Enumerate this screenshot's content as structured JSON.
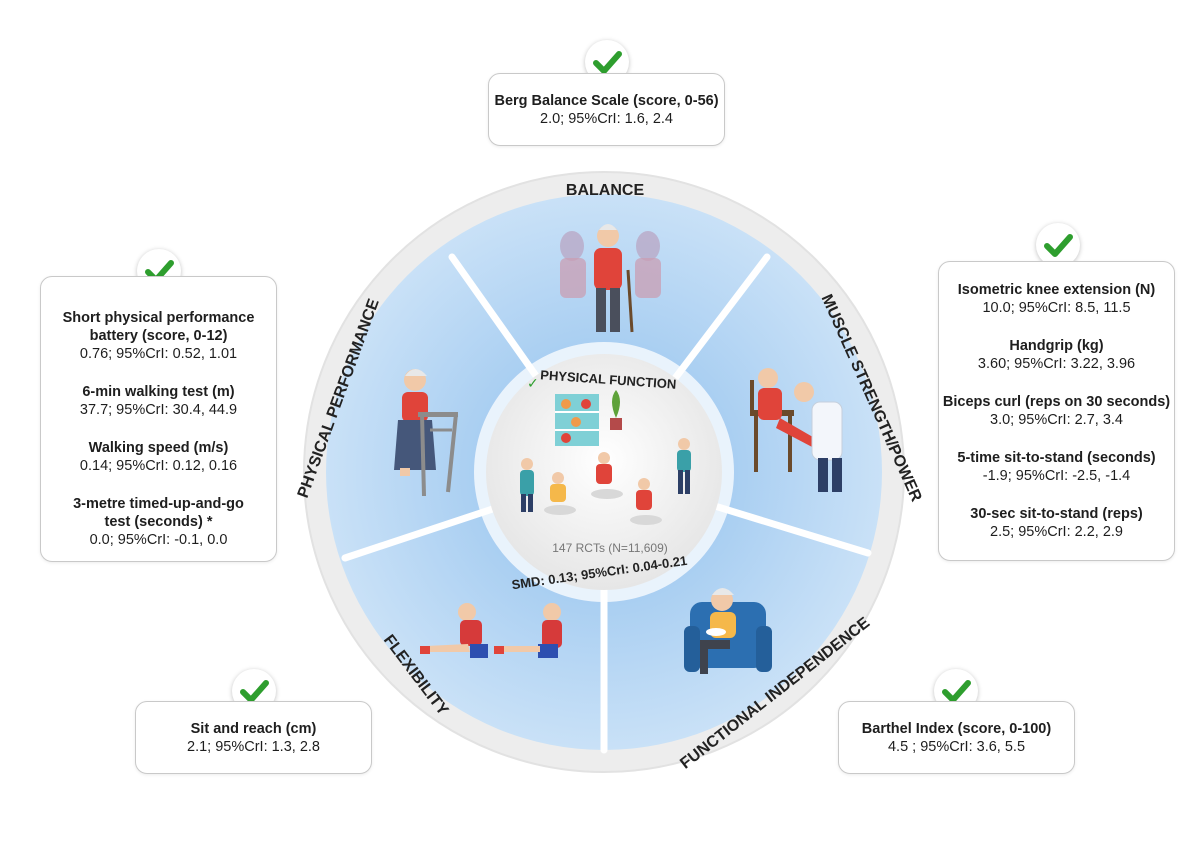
{
  "colors": {
    "check": "#2e9e2e",
    "sector_light": "#c3ddf6",
    "sector_dark": "#8ebfed",
    "ring": "#efefef",
    "center": "#f1f1f1"
  },
  "wheel": {
    "sectors": [
      {
        "key": "balance",
        "label": "BALANCE",
        "figure": "standing-elderly-with-cane-figure"
      },
      {
        "key": "strength",
        "label": "MUSCLE STRENGTH/POWER",
        "figure": "knee-extension-with-therapist-figure"
      },
      {
        "key": "independence",
        "label": "FUNCTIONAL INDEPENDENCE",
        "figure": "seated-elderly-eating-figure"
      },
      {
        "key": "flexibility",
        "label": "FLEXIBILITY",
        "figure": "sit-and-reach-stretch-figure"
      },
      {
        "key": "performance",
        "label": "PHYSICAL PERFORMANCE",
        "figure": "walker-elderly-figure"
      }
    ],
    "center": {
      "title": "PHYSICAL FUNCTION",
      "studies": "147 RCTs (N=11,609)",
      "smd": "SMD: 0.13; 95%CrI: 0.04-0.21",
      "figure": "group-exercise-room-figure"
    }
  },
  "boxes": {
    "balance": {
      "items": [
        {
          "name": "Berg Balance Scale (score, 0-56)",
          "value": "2.0; 95%CrI: 1.6, 2.4"
        }
      ]
    },
    "strength": {
      "items": [
        {
          "name": "Isometric knee extension (N)",
          "value": "10.0; 95%CrI: 8.5, 11.5"
        },
        {
          "name": "Handgrip (kg)",
          "value": "3.60; 95%CrI: 3.22, 3.96"
        },
        {
          "name": "Biceps curl (reps on 30 seconds)",
          "value": "3.0; 95%CrI: 2.7, 3.4"
        },
        {
          "name": "5-time sit-to-stand (seconds)",
          "value": "-1.9; 95%CrI: -2.5, -1.4"
        },
        {
          "name": "30-sec sit-to-stand (reps)",
          "value": "2.5; 95%CrI: 2.2, 2.9"
        }
      ]
    },
    "performance": {
      "items": [
        {
          "name": "Short physical performance battery (score, 0-12)",
          "value": "0.76; 95%CrI: 0.52, 1.01"
        },
        {
          "name": "6-min walking test (m)",
          "value": "37.7; 95%CrI: 30.4, 44.9"
        },
        {
          "name": "Walking speed (m/s)",
          "value": "0.14; 95%CrI: 0.12, 0.16"
        },
        {
          "name": "3-metre timed-up-and-go test (seconds) *",
          "value": "0.0; 95%CrI: -0.1, 0.0"
        }
      ]
    },
    "flexibility": {
      "items": [
        {
          "name": "Sit and reach (cm)",
          "value": "2.1; 95%CrI: 1.3, 2.8"
        }
      ]
    },
    "independence": {
      "items": [
        {
          "name": "Barthel Index (score, 0-100)",
          "value": "4.5 ; 95%CrI: 3.6, 5.5"
        }
      ]
    }
  },
  "checkmarks": {
    "icon": "check-icon"
  }
}
